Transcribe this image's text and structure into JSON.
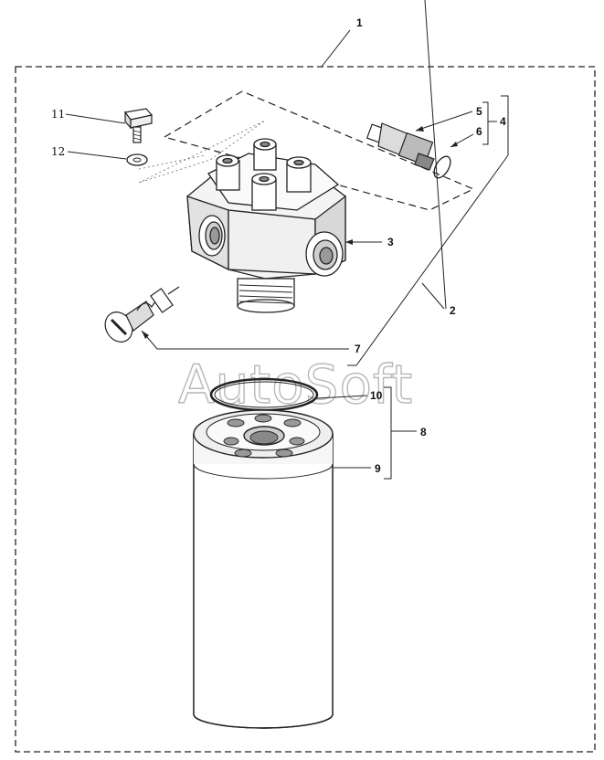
{
  "callouts": {
    "c1": "1",
    "c2": "2",
    "c3": "3",
    "c4": "4",
    "c5": "5",
    "c6": "6",
    "c7": "7",
    "c8": "8",
    "c9": "9",
    "c10": "10",
    "c11": "11",
    "c12": "12"
  },
  "watermark": "AutoSoft"
}
